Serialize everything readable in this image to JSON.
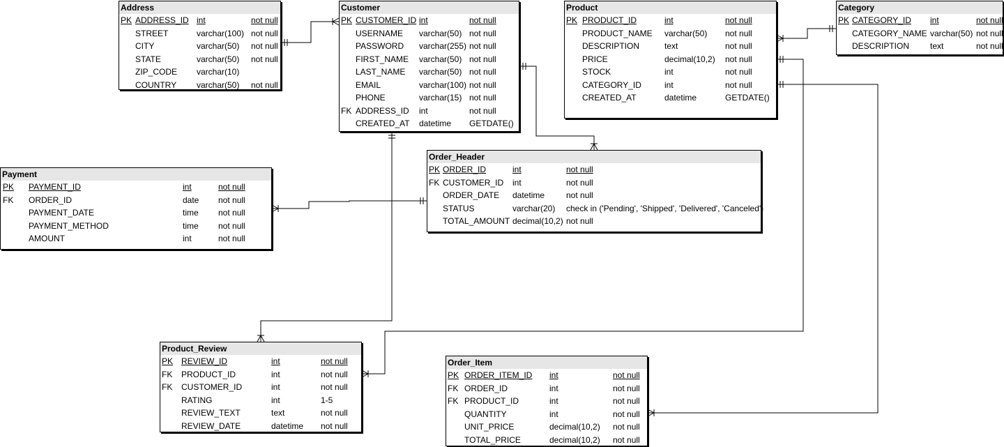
{
  "tables": [
    {
      "id": "address",
      "name": "Address",
      "rows": [
        {
          "key": "PK",
          "name": "ADDRESS_ID",
          "type": "int",
          "constraint": "not null",
          "pk": true
        },
        {
          "key": "",
          "name": "STREET",
          "type": "varchar(100)",
          "constraint": "not null"
        },
        {
          "key": "",
          "name": "CITY",
          "type": "varchar(50)",
          "constraint": "not null"
        },
        {
          "key": "",
          "name": "STATE",
          "type": "varchar(50)",
          "constraint": "not null"
        },
        {
          "key": "",
          "name": "ZIP_CODE",
          "type": "varchar(10)",
          "constraint": ""
        },
        {
          "key": "",
          "name": "COUNTRY",
          "type": "varchar(50)",
          "constraint": "not null"
        }
      ]
    },
    {
      "id": "customer",
      "name": "Customer",
      "rows": [
        {
          "key": "PK",
          "name": "CUSTOMER_ID",
          "type": "int",
          "constraint": "not null",
          "pk": true
        },
        {
          "key": "",
          "name": "USERNAME",
          "type": "varchar(50)",
          "constraint": "not null"
        },
        {
          "key": "",
          "name": "PASSWORD",
          "type": "varchar(255)",
          "constraint": "not null"
        },
        {
          "key": "",
          "name": "FIRST_NAME",
          "type": "varchar(50)",
          "constraint": "not null"
        },
        {
          "key": "",
          "name": "LAST_NAME",
          "type": "varchar(50)",
          "constraint": "not null"
        },
        {
          "key": "",
          "name": "EMAIL",
          "type": "varchar(100)",
          "constraint": "not null"
        },
        {
          "key": "",
          "name": "PHONE",
          "type": "varchar(15)",
          "constraint": "not null"
        },
        {
          "key": "FK",
          "name": "ADDRESS_ID",
          "type": "int",
          "constraint": "not null"
        },
        {
          "key": "",
          "name": "CREATED_AT",
          "type": "datetime",
          "constraint": "GETDATE()"
        }
      ]
    },
    {
      "id": "product",
      "name": "Product",
      "rows": [
        {
          "key": "PK",
          "name": "PRODUCT_ID",
          "type": "int",
          "constraint": "not null",
          "pk": true
        },
        {
          "key": "",
          "name": "PRODUCT_NAME",
          "type": "varchar(50)",
          "constraint": "not null"
        },
        {
          "key": "",
          "name": "DESCRIPTION",
          "type": "text",
          "constraint": "not null"
        },
        {
          "key": "",
          "name": "PRICE",
          "type": "decimal(10,2)",
          "constraint": "not null"
        },
        {
          "key": "",
          "name": "STOCK",
          "type": "int",
          "constraint": "not null"
        },
        {
          "key": "",
          "name": "CATEGORY_ID",
          "type": "int",
          "constraint": "not null"
        },
        {
          "key": "",
          "name": "CREATED_AT",
          "type": "datetime",
          "constraint": "GETDATE()"
        }
      ]
    },
    {
      "id": "category",
      "name": "Category",
      "rows": [
        {
          "key": "PK",
          "name": "CATEGORY_ID",
          "type": "int",
          "constraint": "not null",
          "pk": true
        },
        {
          "key": "",
          "name": "CATEGORY_NAME",
          "type": "varchar(50)",
          "constraint": "not null"
        },
        {
          "key": "",
          "name": "DESCRIPTION",
          "type": "text",
          "constraint": "not null"
        }
      ]
    },
    {
      "id": "payment",
      "name": "Payment",
      "rows": [
        {
          "key": "PK",
          "name": "PAYMENT_ID",
          "type": "int",
          "constraint": "not null",
          "pk": true
        },
        {
          "key": "FK",
          "name": "ORDER_ID",
          "type": "date",
          "constraint": "not null"
        },
        {
          "key": "",
          "name": "PAYMENT_DATE",
          "type": "time",
          "constraint": "not null"
        },
        {
          "key": "",
          "name": "PAYMENT_METHOD",
          "type": "time",
          "constraint": "not null"
        },
        {
          "key": "",
          "name": "AMOUNT",
          "type": "int",
          "constraint": "not null"
        }
      ]
    },
    {
      "id": "order-header",
      "name": "Order_Header",
      "rows": [
        {
          "key": "PK",
          "name": "ORDER_ID",
          "type": "int",
          "constraint": "not null",
          "pk": true
        },
        {
          "key": "FK",
          "name": "CUSTOMER_ID",
          "type": "int",
          "constraint": "not null"
        },
        {
          "key": "",
          "name": "ORDER_DATE",
          "type": "datetime",
          "constraint": "not null"
        },
        {
          "key": "",
          "name": "STATUS",
          "type": "varchar(20)",
          "constraint": "check in ('Pending', 'Shipped', 'Delivered', 'Canceled')"
        },
        {
          "key": "",
          "name": "TOTAL_AMOUNT",
          "type": "decimal(10,2)",
          "constraint": "not null"
        }
      ]
    },
    {
      "id": "product-review",
      "name": "Product_Review",
      "rows": [
        {
          "key": "PK",
          "name": "REVIEW_ID",
          "type": "int",
          "constraint": "not null",
          "pk": true
        },
        {
          "key": "FK",
          "name": "PRODUCT_ID",
          "type": "int",
          "constraint": "not null"
        },
        {
          "key": "FK",
          "name": "CUSTOMER_ID",
          "type": "int",
          "constraint": "not null"
        },
        {
          "key": "",
          "name": "RATING",
          "type": "int",
          "constraint": "1-5"
        },
        {
          "key": "",
          "name": "REVIEW_TEXT",
          "type": "text",
          "constraint": "not null"
        },
        {
          "key": "",
          "name": "REVIEW_DATE",
          "type": "datetime",
          "constraint": "not null"
        }
      ]
    },
    {
      "id": "order-item",
      "name": "Order_Item",
      "rows": [
        {
          "key": "PK",
          "name": "ORDER_ITEM_ID",
          "type": "int",
          "constraint": "not null",
          "pk": true
        },
        {
          "key": "FK",
          "name": "ORDER_ID",
          "type": "int",
          "constraint": "not null"
        },
        {
          "key": "FK",
          "name": "PRODUCT_ID",
          "type": "int",
          "constraint": "not null"
        },
        {
          "key": "",
          "name": "QUANTITY",
          "type": "int",
          "constraint": "not null"
        },
        {
          "key": "",
          "name": "UNIT_PRICE",
          "type": "decimal(10,2)",
          "constraint": "not null"
        },
        {
          "key": "",
          "name": "TOTAL_PRICE",
          "type": "decimal(10,2)",
          "constraint": "not null"
        }
      ]
    }
  ],
  "relationships": [
    {
      "from": "Customer",
      "to": "Address",
      "from_end": "many",
      "to_end": "one"
    },
    {
      "from": "Order_Header",
      "to": "Customer",
      "from_end": "many",
      "to_end": "one"
    },
    {
      "from": "Product",
      "to": "Category",
      "from_end": "many",
      "to_end": "one"
    },
    {
      "from": "Payment",
      "to": "Order_Header",
      "from_end": "many",
      "to_end": "one"
    },
    {
      "from": "Product_Review",
      "to": "Customer",
      "from_end": "many",
      "to_end": "one"
    },
    {
      "from": "Product_Review",
      "to": "Product",
      "from_end": "many",
      "to_end": "one"
    },
    {
      "from": "Order_Item",
      "to": "Product",
      "from_end": "many",
      "to_end": "one"
    }
  ]
}
